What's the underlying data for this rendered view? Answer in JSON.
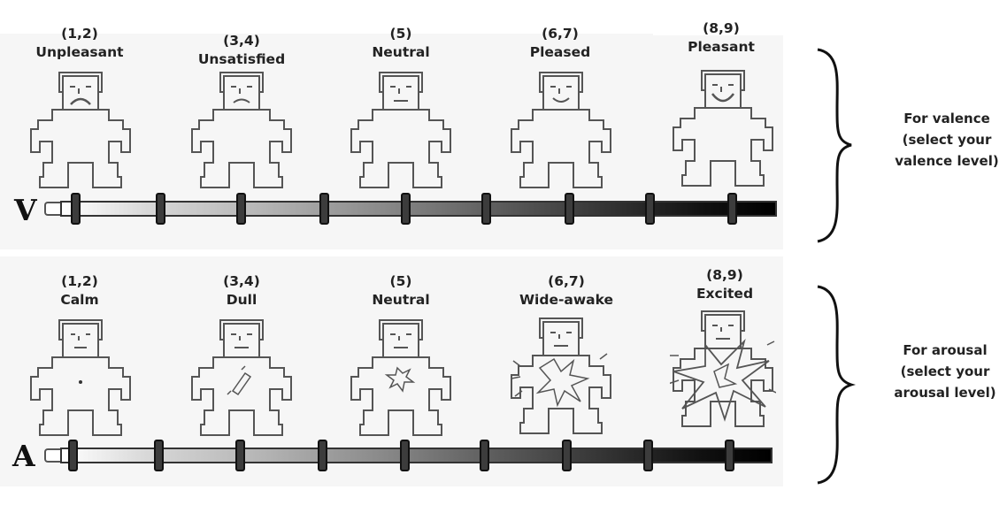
{
  "valence": {
    "letter": "V",
    "side_text": [
      "For valence",
      "(select your",
      "valence level)"
    ],
    "items": [
      {
        "range": "(1,2)",
        "label": "Unpleasant",
        "face": "frown-strong"
      },
      {
        "range": "(3,4)",
        "label": "Unsatisfied",
        "face": "frown"
      },
      {
        "range": "(5)",
        "label": "Neutral",
        "face": "neutral"
      },
      {
        "range": "(6,7)",
        "label": "Pleased",
        "face": "smile"
      },
      {
        "range": "(8,9)",
        "label": "Pleasant",
        "face": "smile-wide"
      }
    ]
  },
  "arousal": {
    "letter": "A",
    "side_text": [
      "For arousal",
      "(select your",
      "arousal level)"
    ],
    "items": [
      {
        "range": "(1,2)",
        "label": "Calm",
        "level": 1
      },
      {
        "range": "(3,4)",
        "label": "Dull",
        "level": 2
      },
      {
        "range": "(5)",
        "label": "Neutral",
        "level": 3
      },
      {
        "range": "(6,7)",
        "label": "Wide-awake",
        "level": 4
      },
      {
        "range": "(8,9)",
        "label": "Excited",
        "level": 5
      }
    ]
  },
  "icons": {
    "figure": "manikin-icon",
    "brace": "right-curly-brace-icon"
  },
  "colors": {
    "outline": "#555555",
    "handle": "#3c3c3c",
    "bar_start": "#ffffff",
    "bar_end": "#000000"
  }
}
